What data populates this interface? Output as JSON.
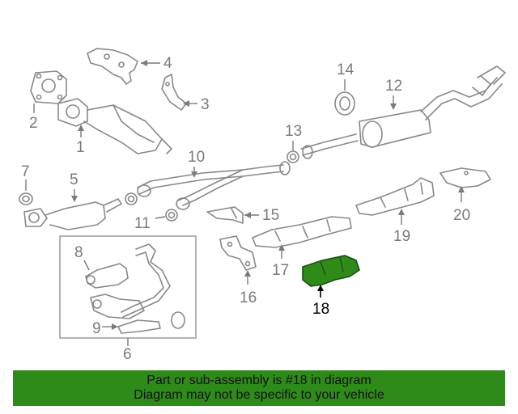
{
  "callouts": {
    "c1": "1",
    "c2": "2",
    "c3": "3",
    "c4": "4",
    "c5": "5",
    "c6": "6",
    "c7": "7",
    "c8": "8",
    "c9": "9",
    "c10": "10",
    "c11": "11",
    "c12": "12",
    "c13": "13",
    "c14": "14",
    "c15": "15",
    "c16": "16",
    "c17": "17",
    "c18": "18",
    "c19": "19",
    "c20": "20"
  },
  "highlight": {
    "part_number": "18",
    "color": "#2e8b1a"
  },
  "banner": {
    "line1": "Part or sub-assembly is #18 in diagram",
    "line2": "Diagram may not be specific to your vehicle",
    "background": "#2e8b1a"
  }
}
